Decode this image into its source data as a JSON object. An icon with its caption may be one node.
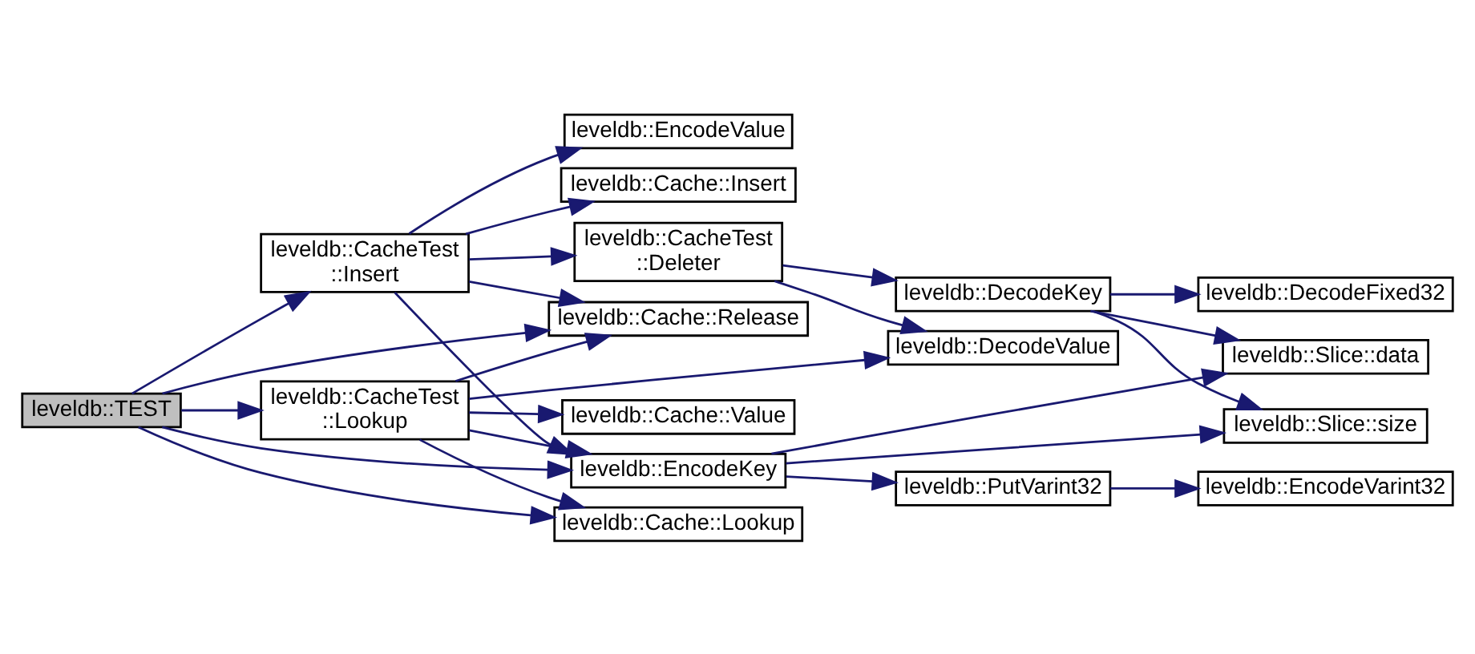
{
  "diagram": {
    "nodes": [
      {
        "text": [
          "leveldb::TEST"
        ]
      },
      {
        "text": [
          "leveldb::CacheTest ::Insert"
        ]
      },
      {
        "text": [
          "leveldb::CacheTest ::Lookup"
        ]
      },
      {
        "text": [
          "leveldb::Cache::Insert"
        ]
      },
      {
        "text": [
          "leveldb::EncodeValue"
        ]
      },
      {
        "text": [
          "leveldb::CacheTest ::Deleter"
        ]
      },
      {
        "text": [
          "leveldb::Cache::Release"
        ]
      },
      {
        "text": [
          "leveldb::EncodeKey"
        ]
      },
      {
        "text": [
          "leveldb::Cache::Lookup"
        ]
      },
      {
        "text": [
          "leveldb::Cache::Value"
        ]
      },
      {
        "text": [
          "leveldb::DecodeValue"
        ]
      },
      {
        "text": [
          "leveldb::DecodeKey"
        ]
      },
      {
        "text": [
          "leveldb::PutVarint32"
        ]
      },
      {
        "text": [
          "leveldb::DecodeFixed32"
        ]
      },
      {
        "text": [
          "leveldb::Slice::size"
        ]
      },
      {
        "text": [
          "leveldb::Slice::data"
        ]
      },
      {
        "text": [
          "leveldb::EncodeVarint32"
        ]
      }
    ],
    "edges": [
      {
        "from": 0,
        "to": 1,
        "arrow": "to"
      },
      {
        "from": 0,
        "to": 6,
        "arrow": "to"
      },
      {
        "from": 0,
        "to": 2,
        "arrow": "to"
      },
      {
        "from": 0,
        "to": 7,
        "arrow": "to"
      },
      {
        "from": 0,
        "to": 8,
        "arrow": "to"
      },
      {
        "from": 1,
        "to": 3,
        "arrow": "to"
      },
      {
        "from": 1,
        "to": 4,
        "arrow": "to"
      },
      {
        "from": 1,
        "to": 5,
        "arrow": "to"
      },
      {
        "from": 1,
        "to": 6,
        "arrow": "to"
      },
      {
        "from": 1,
        "to": 7,
        "arrow": "to"
      },
      {
        "from": 5,
        "to": 11,
        "arrow": "to"
      },
      {
        "from": 5,
        "to": 10,
        "arrow": "to"
      },
      {
        "from": 11,
        "to": 13,
        "arrow": "to"
      },
      {
        "from": 11,
        "to": 14,
        "arrow": "to"
      },
      {
        "from": 11,
        "to": 15,
        "arrow": "to"
      },
      {
        "from": 2,
        "to": 6,
        "arrow": "to"
      },
      {
        "from": 2,
        "to": 10,
        "arrow": "to"
      },
      {
        "from": 2,
        "to": 9,
        "arrow": "to"
      },
      {
        "from": 2,
        "to": 7,
        "arrow": "to"
      },
      {
        "from": 2,
        "to": 8,
        "arrow": "to"
      },
      {
        "from": 7,
        "to": 14,
        "arrow": "to"
      },
      {
        "from": 7,
        "to": 15,
        "arrow": "to"
      },
      {
        "from": 7,
        "to": 12,
        "arrow": "to"
      },
      {
        "from": 12,
        "to": 16,
        "arrow": "to"
      }
    ]
  }
}
